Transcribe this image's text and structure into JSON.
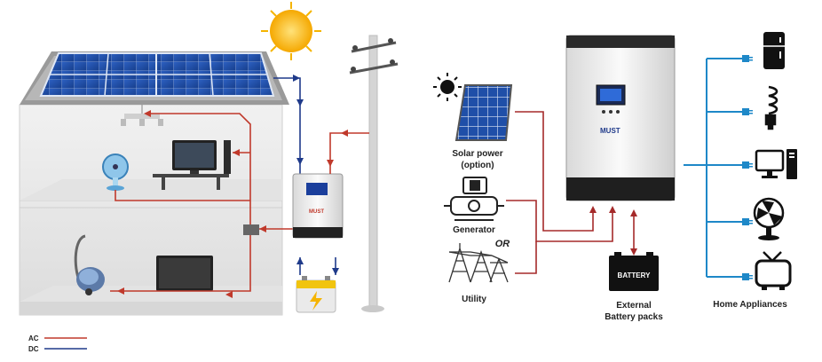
{
  "labels": {
    "solar_power": "Solar power",
    "solar_option": "(option)",
    "generator": "Generator",
    "or": "OR",
    "utility": "Utility",
    "battery": "BATTERY",
    "external_1": "External",
    "external_2": "Battery packs",
    "home_appliances": "Home Appliances",
    "brand": "MUST"
  },
  "legend": {
    "ac": "AC",
    "dc": "DC"
  },
  "colors": {
    "ac_line": "#c0392b",
    "dc_line": "#1f3a8a",
    "appliance_bus": "#1e88c8",
    "sun": "#f5b400",
    "panel": "#1f4fa8"
  },
  "icons": [
    "sun-icon",
    "solar-panel-icon",
    "generator-icon",
    "utility-tower-icon",
    "inverter-icon",
    "battery-icon",
    "fridge-icon",
    "bulb-icon",
    "computer-icon",
    "fan-icon",
    "tv-icon",
    "vacuum-icon",
    "plug-icon"
  ]
}
